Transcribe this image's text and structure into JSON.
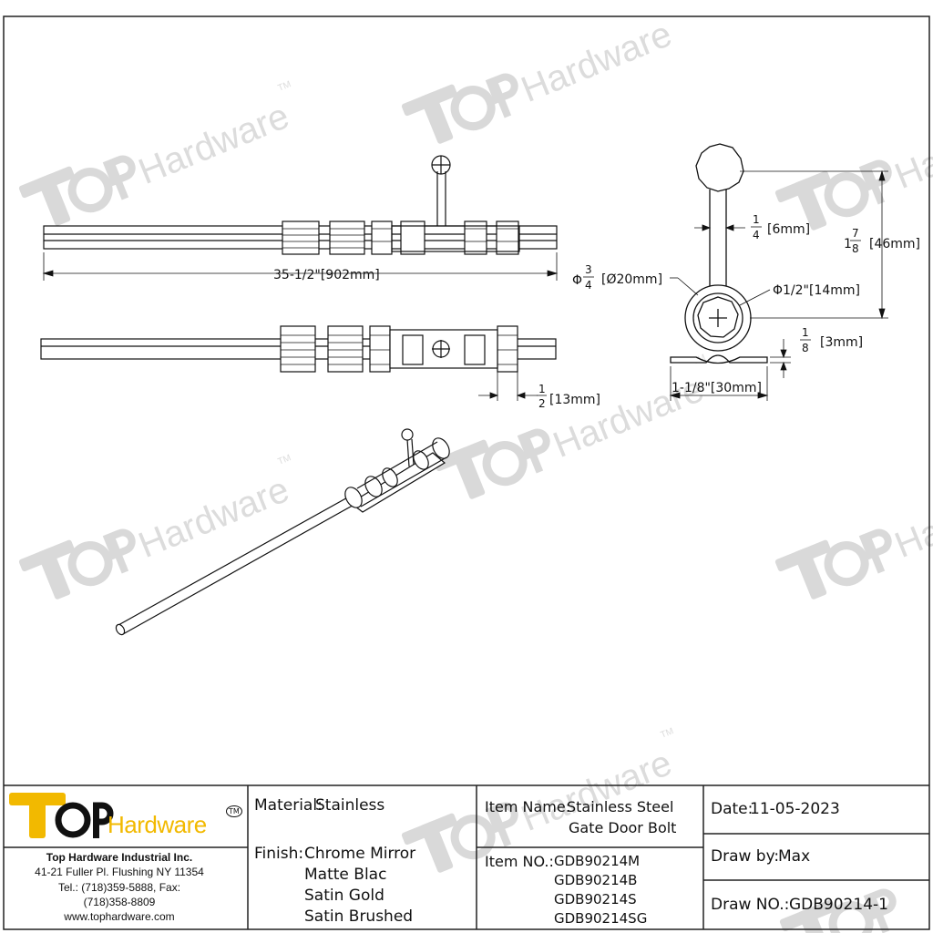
{
  "watermark": {
    "brand_top": "TOP",
    "brand_hardware": "Hardware",
    "tm": "TM"
  },
  "dimensions": {
    "overall_length": "35-1/2\"[902mm]",
    "pin_dia_whole": "Φ",
    "pin_dia_num": "3",
    "pin_dia_den": "4",
    "pin_dia_mm": "[Ø20mm]",
    "knob_dia": "Φ1/2\"[14mm]",
    "stem_num": "1",
    "stem_den": "4",
    "stem_mm": "[6mm]",
    "height_whole": "1",
    "height_num": "7",
    "height_den": "8",
    "height_mm": "[46mm]",
    "plate_num": "1",
    "plate_den": "8",
    "plate_mm": "[3mm]",
    "base_width": "1-1/8\"[30mm]",
    "offset_num": "1",
    "offset_den": "2",
    "offset_mm": "[13mm]"
  },
  "title_block": {
    "logo_top": "TOP",
    "logo_hardware": "Hardware",
    "logo_tm": "TM",
    "company_name": "Top Hardware Industrial Inc.",
    "address": "41-21 Fuller Pl. Flushing NY 11354",
    "tel_fax": "Tel.: (718)359-5888,   Fax:",
    "fax_number": "(718)358-8809",
    "website": "www.tophardware.com",
    "material_label": "Material:",
    "material_value": "Stainless",
    "finish_label": "Finish:",
    "finishes": [
      "Chrome Mirror",
      "Matte Blac",
      "Satin Gold",
      "Satin Brushed"
    ],
    "item_name_label": "Item Name:",
    "item_name_line1": "Stainless Steel",
    "item_name_line2": "Gate Door Bolt",
    "item_no_label": "Item NO.:",
    "item_numbers": [
      "GDB90214M",
      "GDB90214B",
      "GDB90214S",
      "GDB90214SG"
    ],
    "date_label": "Date:",
    "date_value": "11-05-2023",
    "draw_by_label": "Draw by:",
    "draw_by_value": "Max",
    "draw_no_label": "Draw NO.:",
    "draw_no_value": "GDB90214-1"
  }
}
